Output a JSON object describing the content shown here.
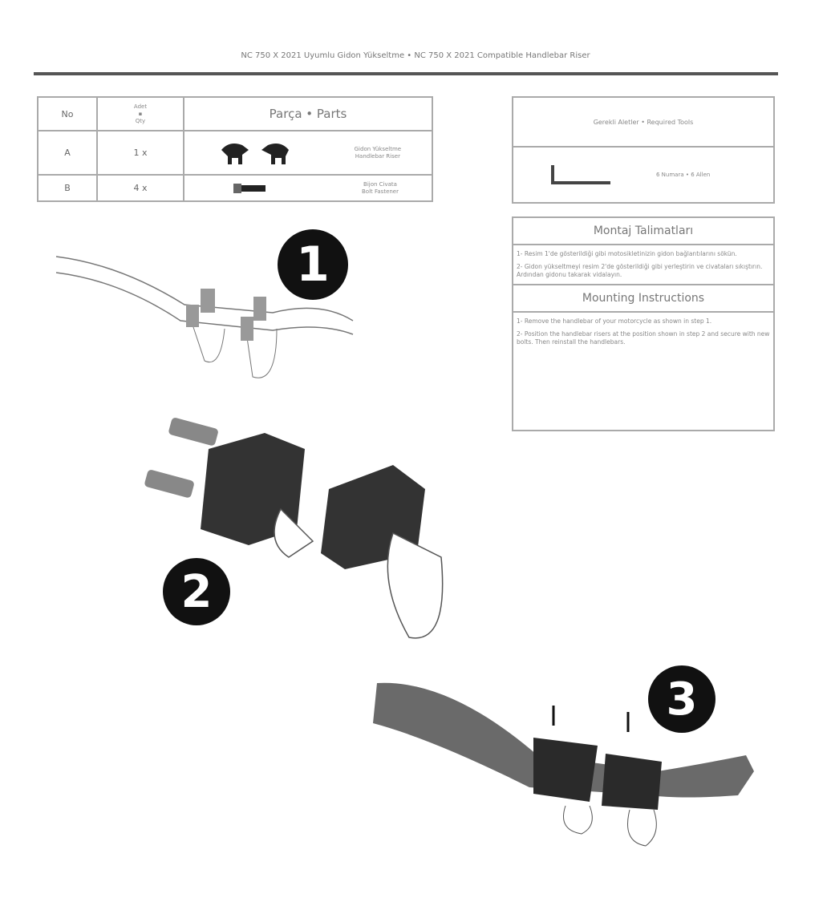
{
  "header": {
    "title": "NC 750 X 2021 Uyumlu Gidon Yükseltme • NC 750 X 2021 Compatible Handlebar Riser"
  },
  "parts_table": {
    "headers": {
      "no": "No",
      "qty_tr": "Adet",
      "qty_en": "Qty",
      "parts": "Parça • Parts"
    },
    "rows": [
      {
        "no": "A",
        "qty": "1 x",
        "desc_tr": "Gidon Yükseltme",
        "desc_en": "Handlebar Riser"
      },
      {
        "no": "B",
        "qty": "4 x",
        "desc_tr": "Bijon Civata",
        "desc_en": "Bolt Fastener"
      }
    ]
  },
  "tools": {
    "title": "Gerekli Aletler • Required Tools",
    "item": "6 Numara • 6 Allen"
  },
  "instructions": {
    "title_tr": "Montaj Talimatları",
    "steps_tr": [
      "1- Resim 1'de gösterildiği gibi motosikletinizin gidon bağlantılarını sökün.",
      "2- Gidon yükseltmeyi resim 2'de gösterildiği gibi yerleştirin ve civataları sıkıştırın. Ardından gidonu takarak vidalayın."
    ],
    "title_en": "Mounting Instructions",
    "steps_en": [
      "1- Remove the handlebar of your motorcycle as shown in step 1.",
      "2- Position the handlebar risers at the position shown in step 2 and secure with new bolts. Then reinstall the handlebars."
    ]
  },
  "steps": [
    "1",
    "2",
    "3"
  ]
}
